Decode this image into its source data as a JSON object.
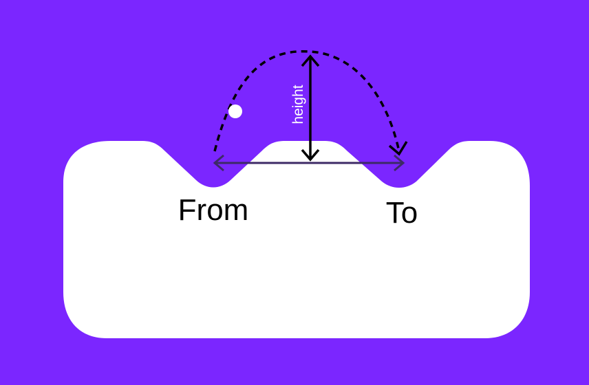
{
  "colors": {
    "background": "#7b26ff",
    "surface": "#ffffff",
    "ink": "#000000",
    "measure_line": "#3d2a66",
    "marker": "#ffffff"
  },
  "labels": {
    "height": "height",
    "from": "From",
    "to": "To"
  }
}
